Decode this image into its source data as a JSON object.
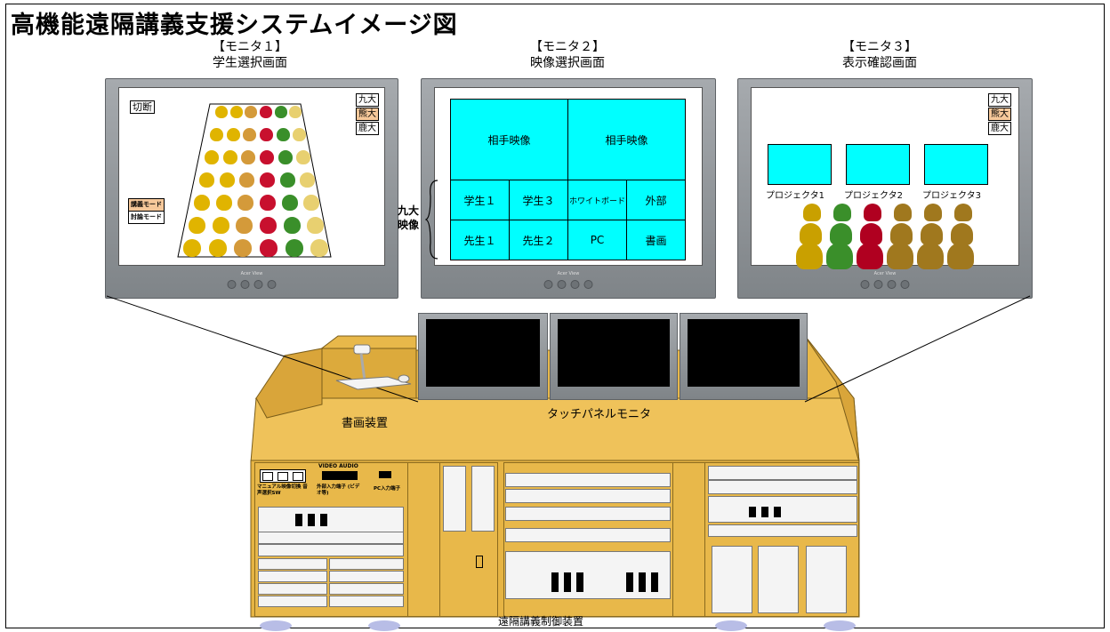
{
  "title": "高機能遠隔講義支援システムイメージ図",
  "monitors": [
    {
      "label": "【モニタ１】",
      "sublabel": "学生選択画面"
    },
    {
      "label": "【モニタ２】",
      "sublabel": "映像選択画面"
    },
    {
      "label": "【モニタ３】",
      "sublabel": "表示確認画面"
    }
  ],
  "monitor1": {
    "cut_button": "切断",
    "universities": [
      "九大",
      "熊大",
      "鹿大"
    ],
    "modes": [
      "講義モード",
      "討論モード"
    ]
  },
  "monitor2": {
    "partner_video_left": "相手映像",
    "partner_video_right": "相手映像",
    "cells": [
      "学生１",
      "学生３",
      "ホワイトボード",
      "外部",
      "先生１",
      "先生２",
      "PC",
      "書画"
    ],
    "side_label_line1": "九大",
    "side_label_line2": "映像"
  },
  "monitor3": {
    "universities": [
      "九大",
      "熊大",
      "鹿大"
    ],
    "projectors": [
      "プロジェクタ1",
      "プロジェクタ2",
      "プロジェクタ3"
    ]
  },
  "desk": {
    "document_camera_label": "書画装置",
    "touch_panel_label": "タッチパネルモニタ",
    "controller_label": "遠隔講義制御装置",
    "video_audio_label": "VIDEO AUDIO",
    "manual_switch_label": "マニュアル映像切換 音声選択SW",
    "external_input_label": "外部入力端子 (ビデオ等)",
    "pc_input_label": "PC入力端子"
  },
  "colors": {
    "cyan": "#00ffff",
    "desk": "#e8b84a",
    "highlight": "#f6c89a"
  }
}
